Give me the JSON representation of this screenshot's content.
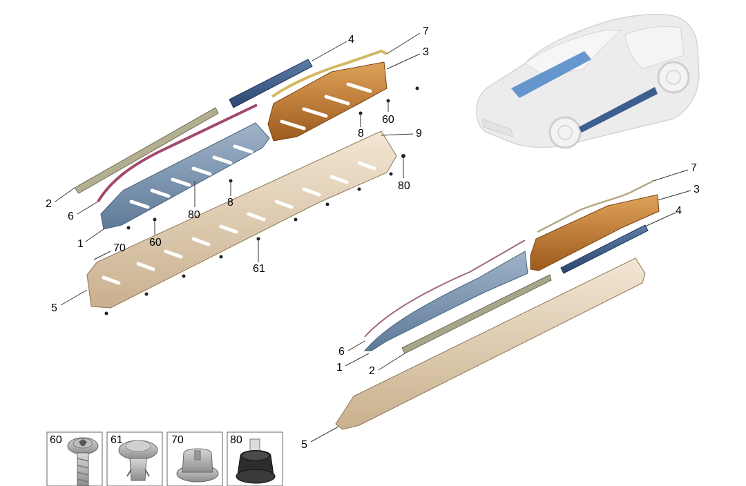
{
  "callouts": {
    "upper": {
      "c4": "4",
      "c7": "7",
      "c3": "3",
      "c60a": "60",
      "c8a": "8",
      "c9": "9",
      "c80a": "80",
      "c2": "2",
      "c6": "6",
      "c80b": "80",
      "c8b": "8",
      "c1": "1",
      "c60b": "60",
      "c70": "70",
      "c61": "61",
      "c5": "5"
    },
    "lower": {
      "c7": "7",
      "c3": "3",
      "c4": "4",
      "c6": "6",
      "c1": "1",
      "c2": "2",
      "c5": "5"
    }
  },
  "fasteners": [
    {
      "label": "60",
      "icon": "torx-screw-icon"
    },
    {
      "label": "61",
      "icon": "push-rivet-icon"
    },
    {
      "label": "70",
      "icon": "clip-nut-icon"
    },
    {
      "label": "80",
      "icon": "grommet-clip-icon"
    }
  ],
  "colors": {
    "sill_beige": "#e7d6bd",
    "trim_blue": "#7e97b2",
    "trim_dark_blue": "#3f5f8a",
    "bracket_orange": "#c47a2e",
    "strip_olive": "#a8a58a",
    "seal_pink": "#a2486e",
    "seal_gold": "#d3b862",
    "car_ghost": "#e9e9e9"
  }
}
